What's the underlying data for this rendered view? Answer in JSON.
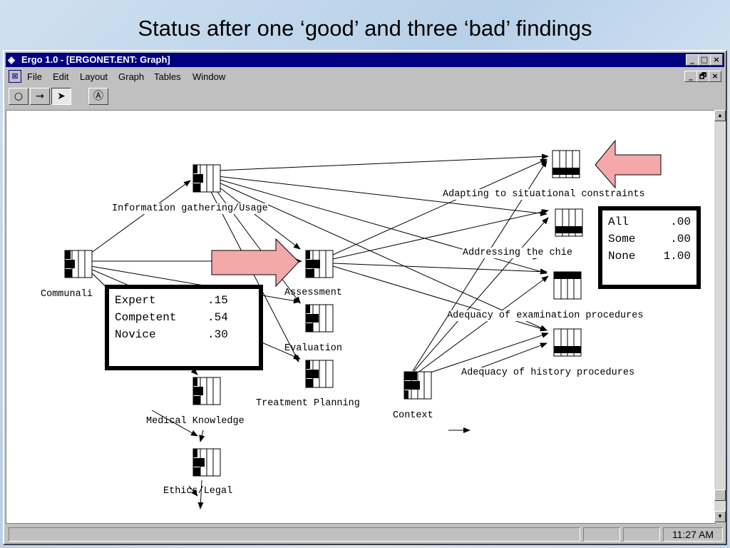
{
  "slide_title": "Status after one ‘good’ and three ‘bad’ findings",
  "window": {
    "title": "Ergo 1.0 - [ERGONET.ENT: Graph]",
    "title_buttons": [
      "_",
      "□",
      "×"
    ],
    "child_buttons": [
      "_",
      "🗗",
      "×"
    ]
  },
  "menu": [
    "File",
    "Edit",
    "Layout",
    "Graph",
    "Tables",
    "Window"
  ],
  "toolbar": [
    "circle-tool",
    "arrow-tool",
    "pointer-tool",
    "atom-tool"
  ],
  "nodes": {
    "info": "Information gathering/Usage",
    "comm": "Communali",
    "assess": "Assessment",
    "eval": "Evaluation",
    "treat": "Treatment Planning",
    "medk": "Medical Knowledge",
    "ethics": "Ethics/Legal",
    "context": "Context",
    "adapting": "Adapting to situational constraints",
    "addressing": "Addressing the chie",
    "adeq_exam": "Adequacy of examination procedures",
    "adeq_hist": "Adequacy of history procedures"
  },
  "left_box": {
    "rows": [
      {
        "label": "Expert",
        "value": ".15"
      },
      {
        "label": "Competent",
        "value": ".54"
      },
      {
        "label": "Novice",
        "value": ".30"
      }
    ]
  },
  "right_box": {
    "rows": [
      {
        "label": "All",
        "value": ".00"
      },
      {
        "label": "Some",
        "value": ".00"
      },
      {
        "label": "None",
        "value": "1.00"
      }
    ]
  },
  "status": {
    "time": "11:27 AM"
  },
  "colors": {
    "titlebar": "#000080",
    "arrow_fill": "#f4a8a8"
  }
}
